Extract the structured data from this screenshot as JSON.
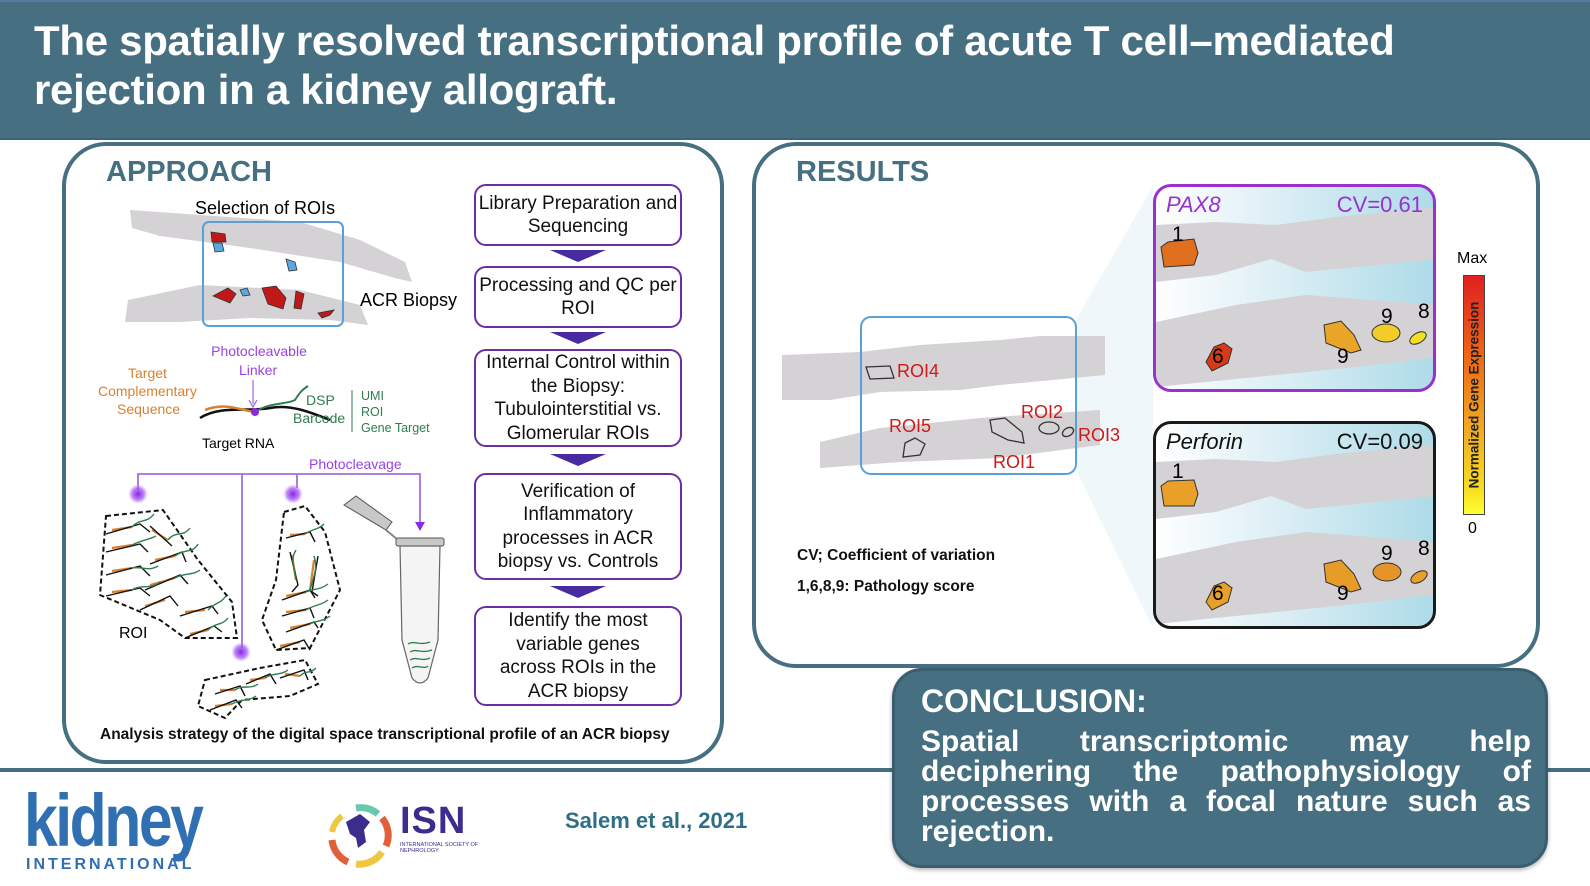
{
  "header": {
    "title": "The spatially resolved transcriptional profile of acute T cell–mediated rejection in a kidney allograft."
  },
  "approach": {
    "title": "APPROACH",
    "selection_label": "Selection of ROIs",
    "biopsy_label": "ACR Biopsy",
    "probe": {
      "linker_label_line1": "Photocleavable",
      "linker_label_line2": "Linker",
      "target_seq_line1": "Target",
      "target_seq_line2": "Complementary",
      "target_seq_line3": "Sequence",
      "dsp_line1": "DSP",
      "dsp_line2": "Barcode",
      "barcode_items": [
        "UMI",
        "ROI",
        "Gene Target"
      ],
      "target_rna": "Target RNA"
    },
    "photocleavage_label": "Photocleavage",
    "roi_label": "ROI",
    "flow_steps": [
      "Library Preparation and Sequencing",
      "Processing and QC per ROI",
      "Internal Control within the Biopsy: Tubulointerstitial vs. Glomerular ROIs",
      "Verification of Inflammatory processes in ACR biopsy vs. Controls",
      "Identify the most variable genes across ROIs in the ACR biopsy"
    ],
    "caption": "Analysis strategy of the digital space transcriptional profile of an ACR biopsy",
    "colors": {
      "roi_red": "#c01818",
      "roi_blue": "#5aa8e0",
      "flow_border": "#6a2fa0",
      "arrow": "#4a2aa0",
      "linker": "#8a2be2",
      "target_seq": "#d98030",
      "barcode": "#2e7d4f"
    }
  },
  "results": {
    "title": "RESULTS",
    "roi_labels": [
      "ROI4",
      "ROI5",
      "ROI2",
      "ROI3",
      "ROI1"
    ],
    "genes": [
      {
        "name": "PAX8",
        "cv": "CV=0.61",
        "scores": [
          "1",
          "6",
          "9",
          "9",
          "8"
        ],
        "region_colors": [
          "#e07020",
          "#d83a18",
          "#eaa428",
          "#f2cc28",
          "#f4e020"
        ]
      },
      {
        "name": "Perforin",
        "cv": "CV=0.09",
        "scores": [
          "1",
          "6",
          "9",
          "9",
          "8"
        ],
        "region_colors": [
          "#e8a028",
          "#e8a028",
          "#e89c28",
          "#e49428",
          "#e8a028"
        ]
      }
    ],
    "legend": {
      "max_label": "Max",
      "min_label": "0",
      "axis_label": "Normalized Gene Expression"
    },
    "notes": [
      "CV; Coefficient of variation",
      "1,6,8,9: Pathology score"
    ]
  },
  "conclusion": {
    "title": "CONCLUSION:",
    "text": "Spatial transcriptomic may help deciphering the pathophysiology of processes with a focal nature such as rejection."
  },
  "footer": {
    "journal_word": "kidney",
    "journal_sub": "INTERNATIONAL",
    "society_abbr": "ISN",
    "society_name": "INTERNATIONAL SOCIETY OF NEPHROLOGY",
    "citation": "Salem et al., 2021"
  }
}
